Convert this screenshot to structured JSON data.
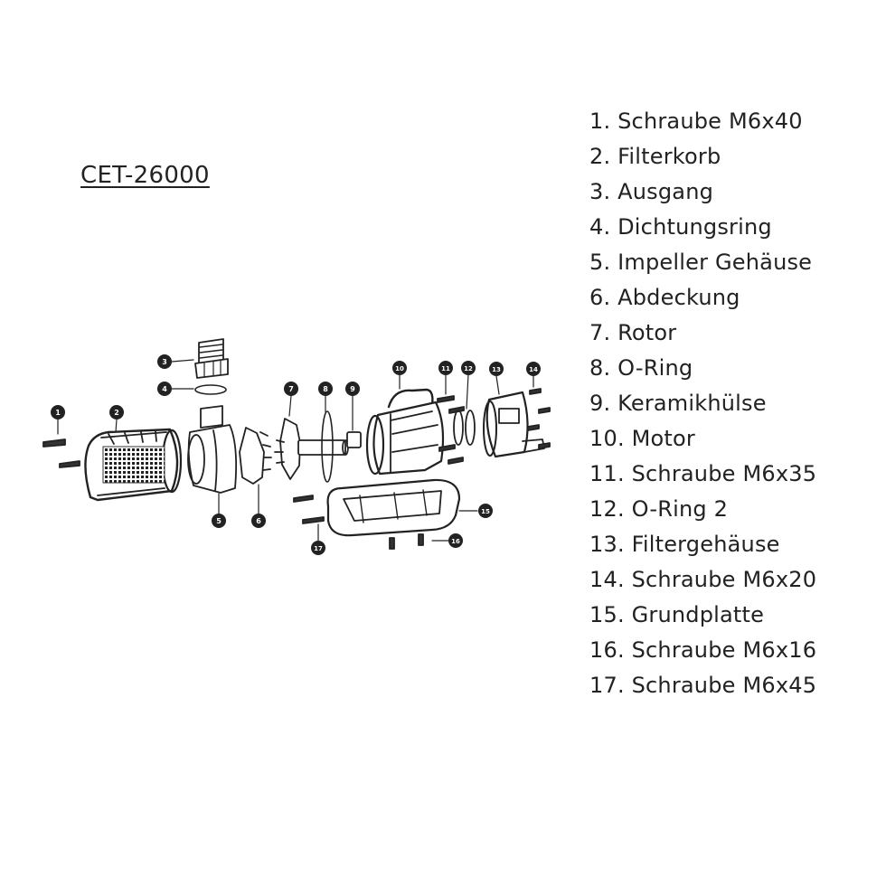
{
  "title": "CET-26000",
  "badges": [
    "1",
    "2",
    "3",
    "4",
    "5",
    "6",
    "7",
    "8",
    "9",
    "10",
    "11",
    "12",
    "13",
    "14",
    "15",
    "16",
    "17"
  ],
  "parts": [
    "1. Schraube M6x40",
    "2. Filterkorb",
    "3. Ausgang",
    "4. Dichtungsring",
    "5. Impeller Gehäuse",
    "6. Abdeckung",
    "7. Rotor",
    "8. O-Ring",
    "9. Keramikhülse",
    "10. Motor",
    "11. Schraube M6x35",
    "12. O-Ring 2",
    "13. Filtergehäuse",
    "14. Schraube M6x20",
    "15. Grundplatte",
    "16. Schraube M6x16",
    "17. Schraube M6x45"
  ]
}
